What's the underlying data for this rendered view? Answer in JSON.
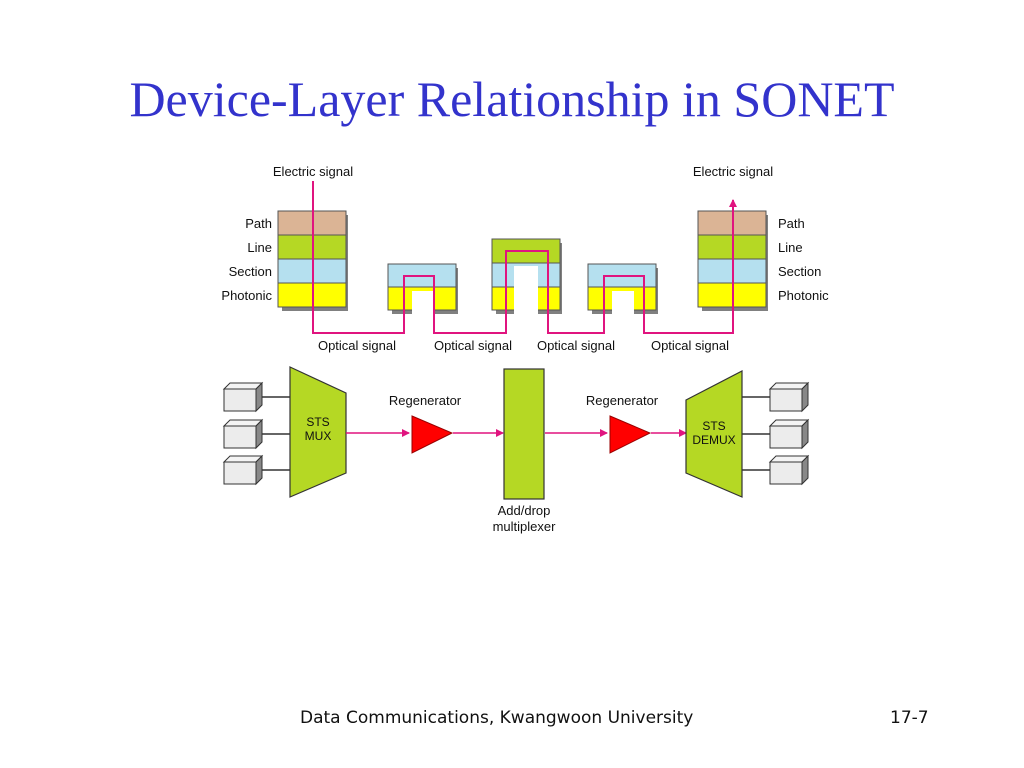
{
  "title": "Device-Layer Relationship in SONET",
  "layers": {
    "left": [
      "Path",
      "Line",
      "Section",
      "Photonic"
    ],
    "right": [
      "Path",
      "Line",
      "Section",
      "Photonic"
    ]
  },
  "signals": {
    "electric_left": "Electric signal",
    "electric_right": "Electric signal",
    "optical": [
      "Optical signal",
      "Optical signal",
      "Optical signal",
      "Optical signal"
    ]
  },
  "devices": {
    "mux_line1": "STS",
    "mux_line2": "MUX",
    "regenerator_left": "Regenerator",
    "regenerator_right": "Regenerator",
    "adm_line1": "Add/drop",
    "adm_line2": "multiplexer",
    "demux_line1": "STS",
    "demux_line2": "DEMUX"
  },
  "colors": {
    "title": "#3333cc",
    "path": "#dbb495",
    "line": "#b5d824",
    "section": "#b5e0ef",
    "photonic": "#ffff00",
    "signal": "#e0147f",
    "regenerator": "#ff0000",
    "device": "#b5d824"
  },
  "footer": {
    "center": "Data Communications, Kwangwoon University",
    "page": "17-7"
  }
}
